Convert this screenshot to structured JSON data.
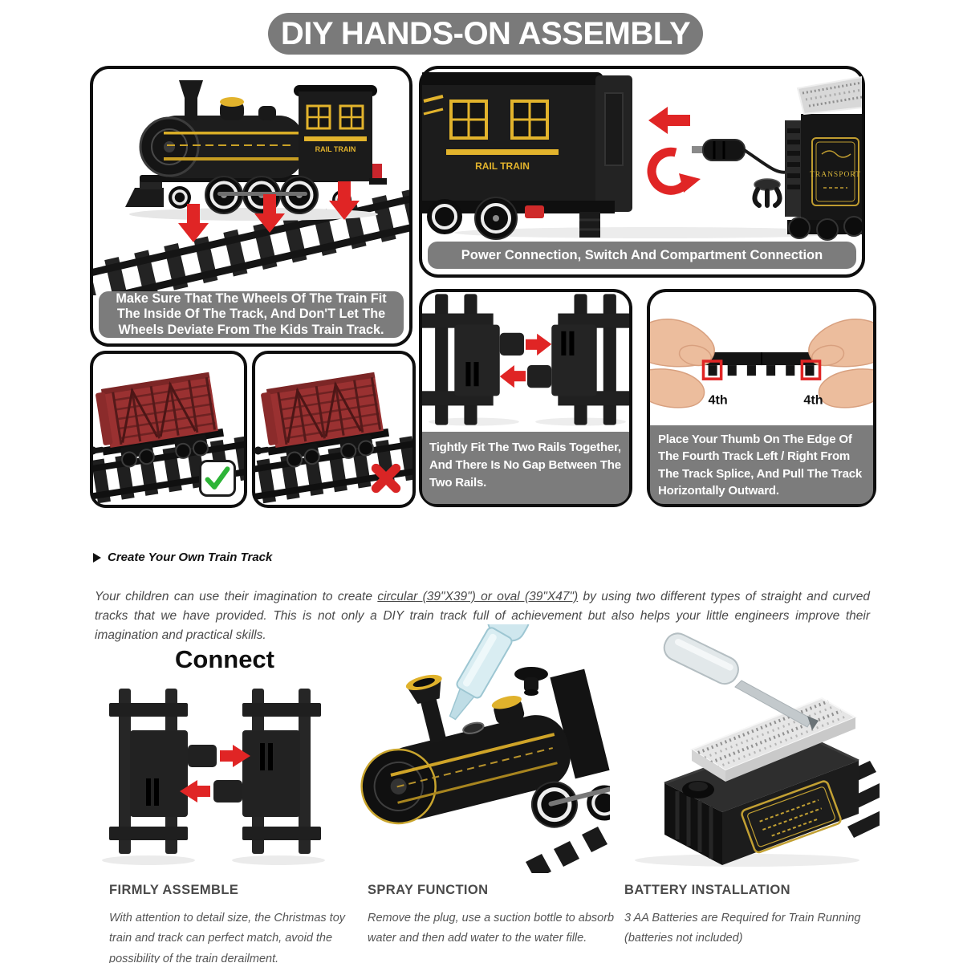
{
  "title": "DIY HANDS-ON ASSEMBLY",
  "panels": {
    "wheels_fit": {
      "caption": "Make Sure That The Wheels Of The Train Fit The Inside Of The Track, And Don'T Let The Wheels Deviate From The Kids Train Track."
    },
    "power_connection": {
      "caption": "Power Connection, Switch And Compartment Connection"
    },
    "rails_fit": {
      "caption": "Tightly Fit The Two Rails Together, And There Is No Gap Between The Two Rails."
    },
    "pull_track": {
      "caption": "Place Your Thumb On The Edge Of The Fourth Track Left / Right From The Track Splice, And Pull The Track Horizontally Outward.",
      "left_label": "4th",
      "right_label": "4th"
    }
  },
  "train_markings": {
    "rail_train": "RAIL TRAIN",
    "transport_plaque": "TRANSPORT"
  },
  "create_track": {
    "heading": "Create Your Own Train Track",
    "body_start": "Your children can use their imagination to create ",
    "body_underlined": "circular (39\"X39\") or oval (39\"X47\")",
    "body_end": " by using two different types of straight and curved tracks that we have provided. This is not only a DIY train track full of achievement but also helps your little engineers improve their imagination and practical skills."
  },
  "connect_heading": "Connect",
  "features": [
    {
      "heading": "FIRMLY ASSEMBLE",
      "body": "With attention to detail size, the Christmas toy train and track can perfect match, avoid the possibility of the train derailment."
    },
    {
      "heading": "SPRAY FUNCTION",
      "body": "Remove the plug, use a suction bottle to absorb water and then add water to the water fille."
    },
    {
      "heading": "BATTERY INSTALLATION",
      "body": "3 AA Batteries are Required for Train Running (batteries not included)"
    }
  ],
  "colors": {
    "banner_gray": "#7a7a7a",
    "caption_gray": "#7c7c7c",
    "arrow_red": "#e02525",
    "check_green": "#2db437",
    "cross_red": "#d92525",
    "train_yellow": "#e2b32c",
    "cargo_red": "#9a3131"
  }
}
